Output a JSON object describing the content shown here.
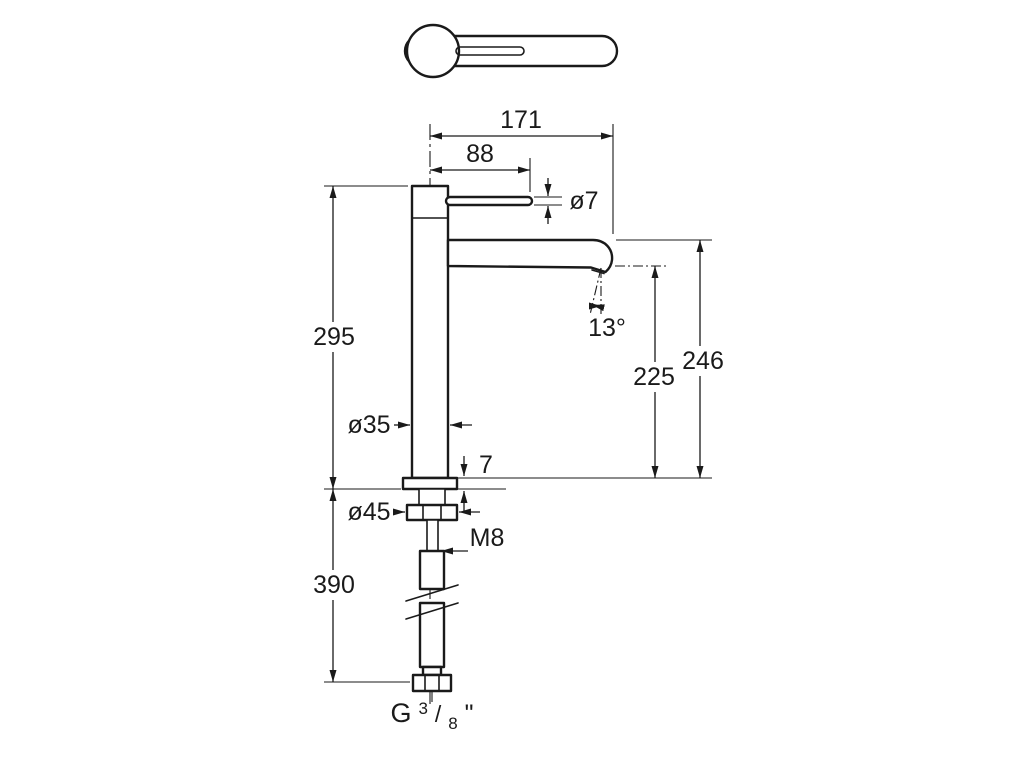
{
  "drawing": {
    "dims": {
      "spout_reach": "171",
      "handle_length": "88",
      "handle_rod_diameter": "ø7",
      "height_above_deck": "295",
      "outlet_height": "225",
      "overall_height": "246",
      "spout_angle": "13°",
      "body_diameter": "ø35",
      "deck_plate_thickness": "7",
      "base_diameter": "ø45",
      "thread_size": "M8",
      "length_below_deck": "390",
      "connection": {
        "prefix": "G",
        "numerator": "3",
        "slash": "/",
        "denominator": "8",
        "suffix": "\""
      }
    },
    "colors": {
      "line": "#1a1a1a",
      "background": "#ffffff"
    }
  }
}
